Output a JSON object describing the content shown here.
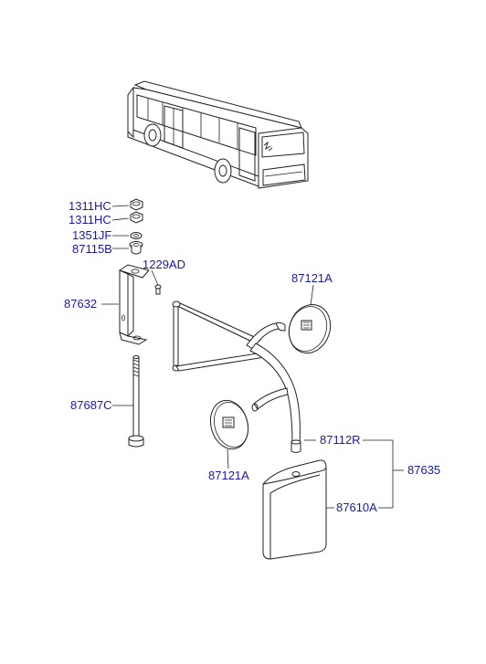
{
  "colors": {
    "label": "#1a1aa8",
    "line": "#222222",
    "background": "#ffffff"
  },
  "labels": {
    "part_1311hc_top": "1311HC",
    "part_1311hc_bottom": "1311HC",
    "part_1351jf": "1351JF",
    "part_87115b": "87115B",
    "part_1229ad": "1229AD",
    "part_87632": "87632",
    "part_87121a_upper": "87121A",
    "part_87687c": "87687C",
    "part_87112r": "87112R",
    "part_87635": "87635",
    "part_87121a_lower": "87121A",
    "part_87610a": "87610A"
  }
}
